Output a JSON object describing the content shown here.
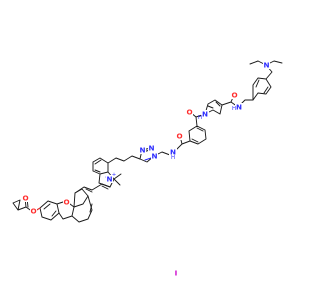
{
  "atoms": {
    "nitrogen": {
      "symbol": "N",
      "color": "#2b2bff"
    },
    "oxygen": {
      "symbol": "O",
      "color": "#ff2a2a"
    },
    "iodide": {
      "symbol": "I",
      "color": "#cc00cc"
    },
    "amide_nh": {
      "symbol": "H",
      "color": "#2b2bff"
    },
    "positive_charge": {
      "symbol": "+",
      "color": "#2b2bff"
    },
    "methyl": {
      "symbol": "CH3",
      "color": "#1a1a1a"
    }
  }
}
